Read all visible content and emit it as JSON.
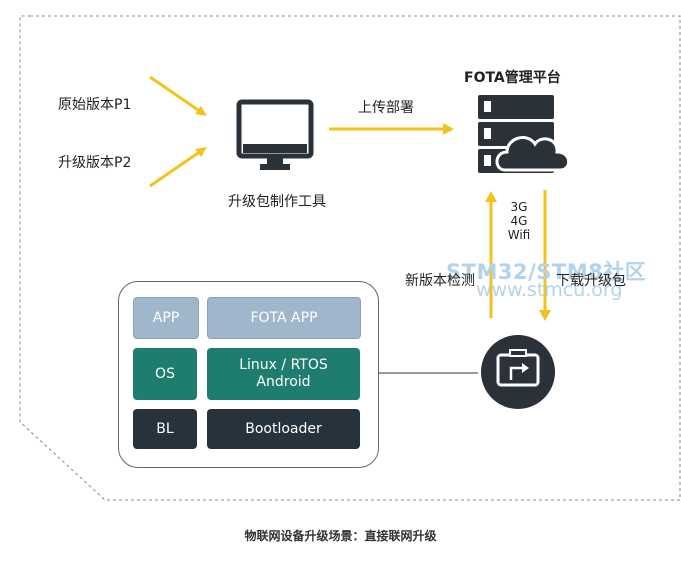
{
  "inputs": {
    "original_version": "原始版本P1",
    "upgrade_version": "升级版本P2"
  },
  "tool": {
    "label": "升级包制作工具",
    "icon": "monitor-icon"
  },
  "deploy_label": "上传部署",
  "platform": {
    "title": "FOTA管理平台",
    "icon": "server-cloud-icon"
  },
  "network": {
    "line1": "3G",
    "line2": "4G",
    "line3": "Wifi"
  },
  "check_new_version": "新版本检测",
  "download_package": "下载升级包",
  "device_icon": "device-update-icon",
  "stack": {
    "app_short": "APP",
    "fota_app": "FOTA APP",
    "os_short": "OS",
    "os_full_line1": "Linux / RTOS",
    "os_full_line2": "Android",
    "bl_short": "BL",
    "bootloader": "Bootloader"
  },
  "watermark": {
    "line1": "STM32/STM8社区",
    "line2": "www.stmcu.org"
  },
  "caption": "物联网设备升级场景：直接联网升级",
  "colors": {
    "arrow": "#f5c21b",
    "app_block": "#9fb6cb",
    "os_block": "#1e7d6e",
    "bl_block": "#27333c",
    "icon_dark": "#2a3138"
  }
}
